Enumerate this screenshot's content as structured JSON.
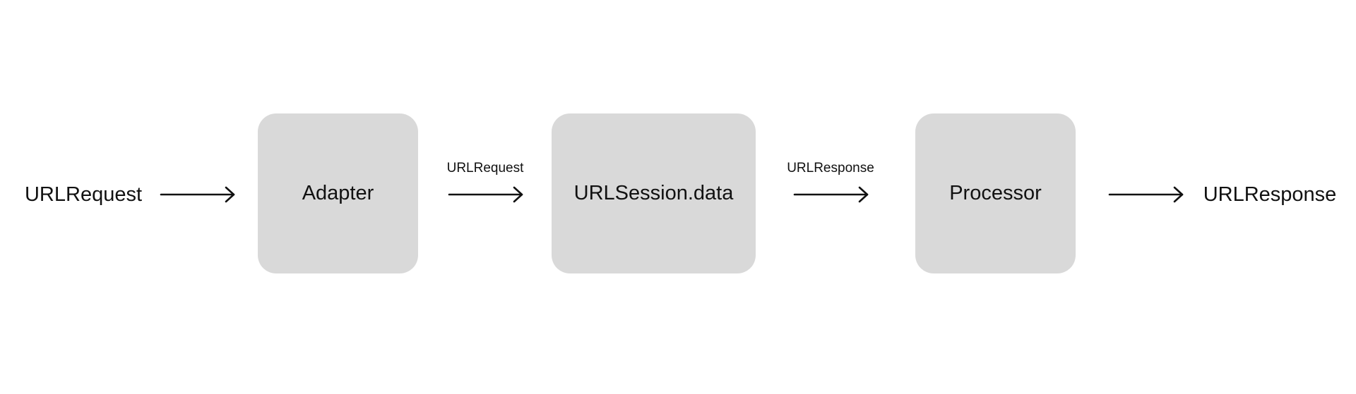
{
  "diagram": {
    "input": "URLRequest",
    "output": "URLResponse",
    "nodes": [
      {
        "label": "Adapter"
      },
      {
        "label": "URLSession.data"
      },
      {
        "label": "Processor"
      }
    ],
    "edges": [
      {
        "from": "input",
        "to": "Adapter",
        "label": ""
      },
      {
        "from": "Adapter",
        "to": "URLSession.data",
        "label": "URLRequest"
      },
      {
        "from": "URLSession.data",
        "to": "Processor",
        "label": "URLResponse"
      },
      {
        "from": "Processor",
        "to": "output",
        "label": ""
      }
    ]
  }
}
